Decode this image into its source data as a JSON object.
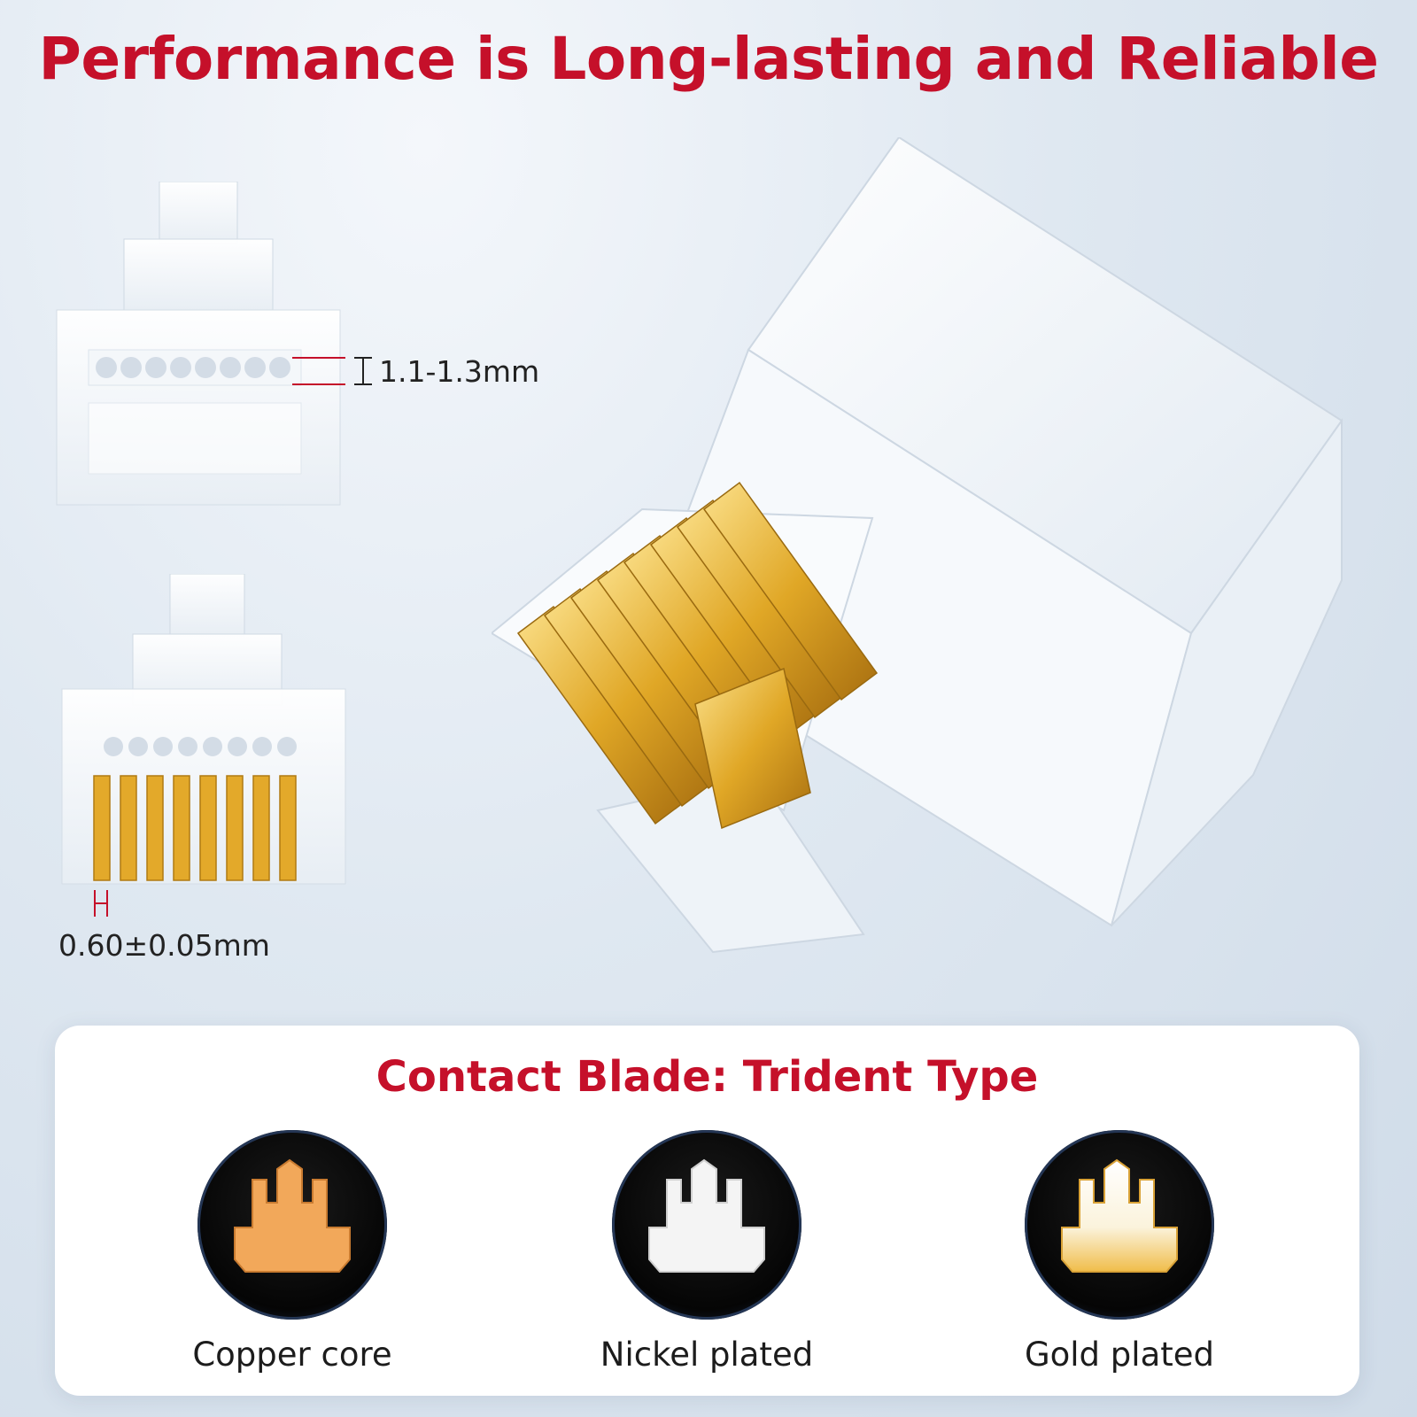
{
  "headline": "Performance is Long-lasting and Reliable",
  "dimensions": {
    "hole_diameter": "1.1-1.3mm",
    "blade_thickness": "0.60±0.05mm"
  },
  "panel": {
    "title": "Contact Blade: Trident Type",
    "materials": [
      {
        "label": "Copper core",
        "color": "#f2a85a"
      },
      {
        "label": "Nickel plated",
        "color": "#f4f4f4"
      },
      {
        "label": "Gold plated",
        "color": "#f6d27a"
      }
    ]
  },
  "colors": {
    "accent": "#c5102a",
    "gold": "#e3a92a"
  }
}
